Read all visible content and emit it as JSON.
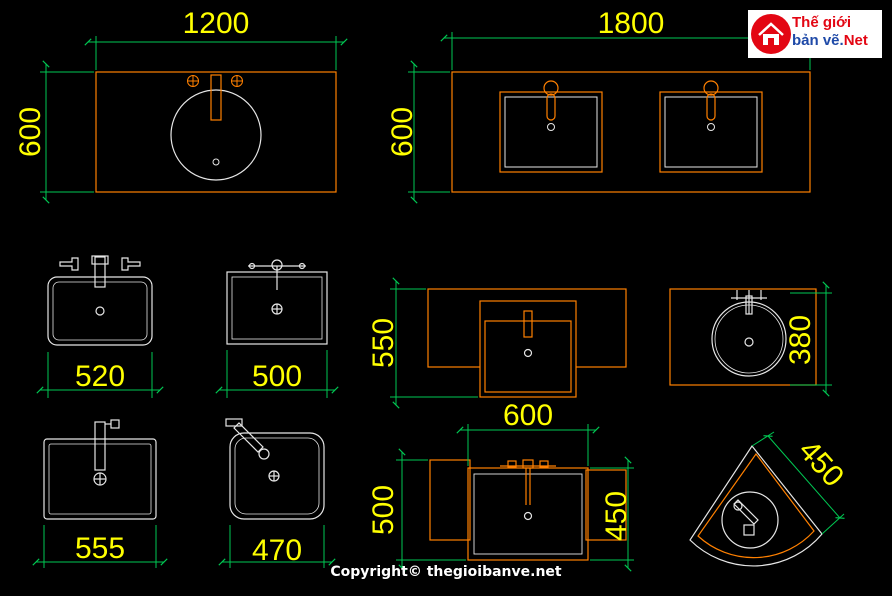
{
  "dimensions": {
    "top_left_width": "1200",
    "top_left_height": "600",
    "top_right_width": "1800",
    "top_right_height": "600",
    "sink_a_width": "520",
    "sink_b_width": "500",
    "sink_c_width": "555",
    "sink_d_width": "470",
    "sink_e_height": "550",
    "sink_f_height": "380",
    "sink_g_width": "600",
    "sink_g_height": "500",
    "sink_g_inner_height": "450",
    "corner_sink_size": "450"
  },
  "logo": {
    "line1": "Thế giới",
    "line2a": "bản vẽ.",
    "line2b": "Net"
  },
  "copyright": "Copyright© thegioibanve.net",
  "colors": {
    "background": "#000000",
    "dimension_line": "#00c853",
    "dimension_text": "#ffff00",
    "outline_orange": "#ff8000",
    "outline_white": "#e6e6e6",
    "logo_red": "#e30613"
  }
}
